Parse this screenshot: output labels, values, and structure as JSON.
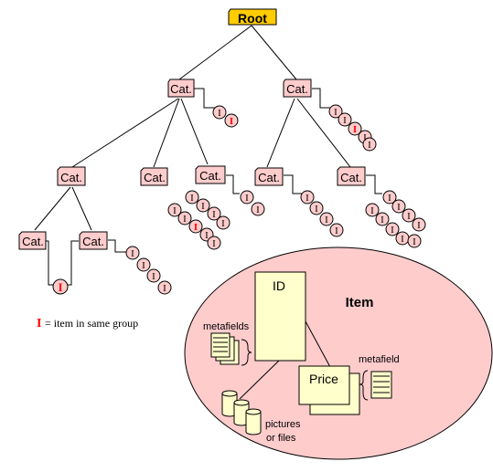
{
  "root_label": "Root",
  "category_label": "Cat.",
  "item_marker": "I",
  "legend": {
    "marker": "I",
    "text": "= item in same group"
  },
  "item_detail": {
    "title": "Item",
    "id_label": "ID",
    "price_label": "Price",
    "metafields_label": "metafields",
    "metafield_label": "metafield",
    "pictures_line1": "pictures",
    "pictures_line2": "or files"
  },
  "colors": {
    "root_fill": "#ffcc00",
    "category_fill": "#ffcccc",
    "item_fill": "#ffcccc",
    "highlight_marker": "#ff0000",
    "item_box_fill": "#ffffcc",
    "cylinder_fill": "#ffffcc"
  }
}
